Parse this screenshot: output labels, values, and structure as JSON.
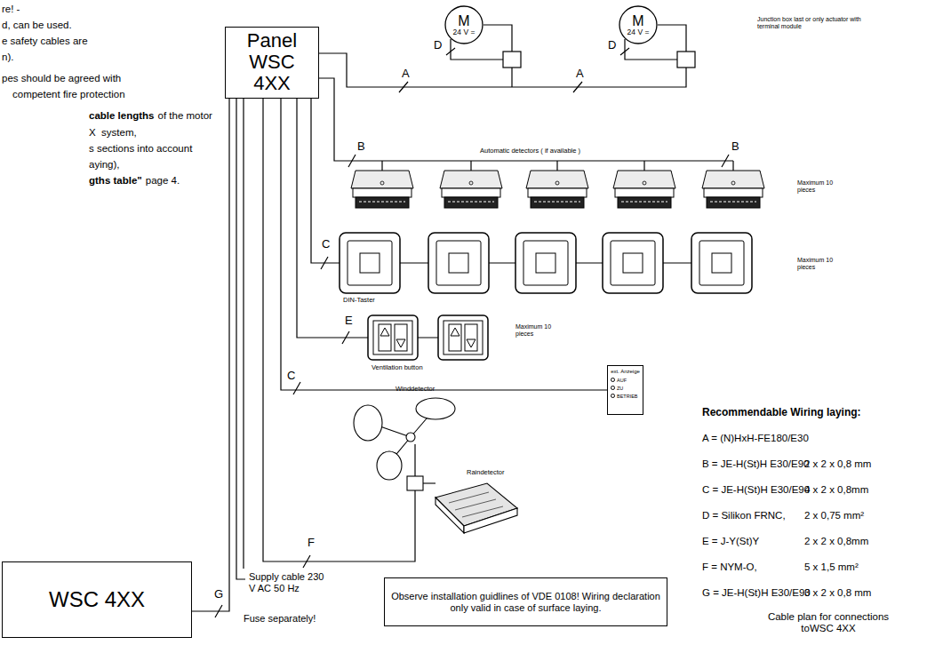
{
  "diagram": {
    "caption": "Cable plan for connections toWSC 4XX",
    "nodes": [
      {
        "text": [
          "Panel WSC 4XX"
        ]
      },
      {
        "text": [
          "M",
          "24 V ="
        ]
      },
      {
        "text": [
          "M",
          "24 V ="
        ]
      },
      {
        "text": [
          "ext. Anzeige",
          "AUF",
          "ZU",
          "BETRIEB"
        ]
      },
      {
        "text": [
          "WSC 4XX"
        ]
      },
      {
        "text": [
          "Observe installation guidlines of VDE 0108! Wiring declaration only valid in case of surface laying."
        ]
      }
    ],
    "edges": [
      {
        "from": 0,
        "to": 3,
        "arrow": "none",
        "label": "C"
      },
      {
        "from": 0,
        "to": 4,
        "arrow": "none",
        "label": "G"
      }
    ],
    "labels": [
      "re! -",
      "d, can be used.",
      "e safety cables are",
      "n).",
      "pes should be agreed with",
      "competent fire protection",
      "cable lengths",
      "of the motor",
      "X  system,",
      "s sections into account",
      "aying),",
      "gths table\"",
      "page 4.",
      "Junction box last or only actuator with terminal module",
      "D",
      "D",
      "A",
      "A",
      "B",
      "B",
      "Automatic detectors ( if available )",
      "Maximum 10 pieces",
      "C",
      "DIN-Taster",
      "Maximum 10 pieces",
      "E",
      "Ventilation button",
      "Maximum 10 pieces",
      "Winddetector",
      "Raindetector",
      "F",
      "Supply cable 230 V AC 50 Hz",
      "Fuse separately!",
      "Recommendable Wiring laying:",
      "A = (N)HxH-FE180/E30",
      "B = JE-H(St)H E30/E90",
      "2 x 2 x 0,8 mm",
      "C = JE-H(St)H E30/E90",
      "4 x 2 x 0,8mm",
      "D = Silikon FRNC,",
      "2 x 0,75 mm²",
      "E = J-Y(St)Y",
      "2 x 2 x 0,8mm",
      "F = NYM-O,",
      "5 x 1,5 mm²",
      "G = JE-H(St)H E30/E90",
      "3 x 2 x 0,8 mm"
    ]
  }
}
